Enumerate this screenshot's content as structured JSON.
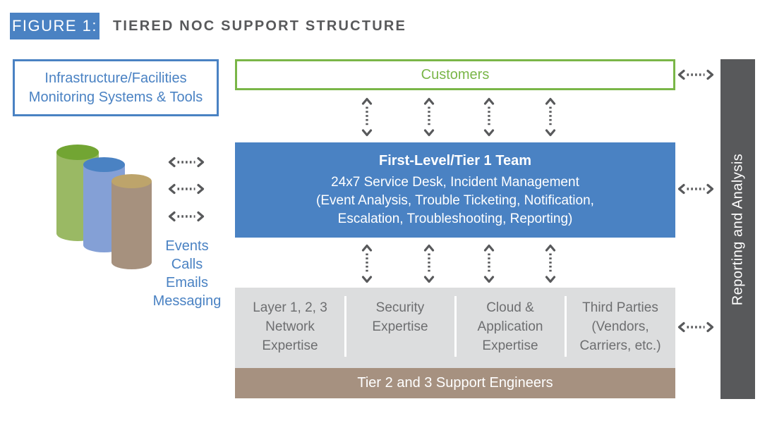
{
  "header": {
    "figure_label": "FIGURE 1:",
    "title": "TIERED NOC SUPPORT STRUCTURE"
  },
  "left_panel": {
    "monitoring_box": {
      "line1": "Infrastructure/Facilities",
      "line2": "Monitoring Systems & Tools"
    },
    "cylinders": [
      {
        "name": "green-cylinder",
        "body_color": "#9ab964",
        "top_color": "#72a533"
      },
      {
        "name": "blue-cylinder",
        "body_color": "#84a0d6",
        "top_color": "#4a82c3"
      },
      {
        "name": "tan-cylinder",
        "body_color": "#a6917e",
        "top_color": "#bda46b"
      }
    ],
    "channel_labels": [
      "Events",
      "Calls",
      "Emails",
      "Messaging"
    ]
  },
  "flow": {
    "customers_box": {
      "label": "Customers"
    },
    "tier1_box": {
      "title": "First-Level/Tier 1 Team",
      "line1": "24x7 Service Desk, Incident Management",
      "line2": "(Event Analysis, Trouble Ticketing, Notification,",
      "line3": "Escalation, Troubleshooting, Reporting)"
    },
    "expertise_columns": [
      {
        "line1": "Layer 1, 2, 3",
        "line2": "Network",
        "line3": "Expertise"
      },
      {
        "line1": "Security",
        "line2": "Expertise",
        "line3": ""
      },
      {
        "line1": "Cloud &",
        "line2": "Application",
        "line3": "Expertise"
      },
      {
        "line1": "Third Parties",
        "line2": "(Vendors,",
        "line3": "Carriers, etc.)"
      }
    ],
    "tier23_bar": {
      "label": "Tier 2 and 3 Support Engineers"
    }
  },
  "right_panel": {
    "reporting_bar": {
      "label": "Reporting and Analysis"
    }
  },
  "icons": {
    "dotted_double_arrow": "double-headed dotted connector arrow"
  },
  "colors": {
    "accent_blue": "#4a82c3",
    "accent_green": "#7ab648",
    "panel_gray": "#dcddde",
    "bar_tan": "#a69180",
    "bar_dark_gray": "#58595b",
    "text_gray": "#6d6e70"
  }
}
